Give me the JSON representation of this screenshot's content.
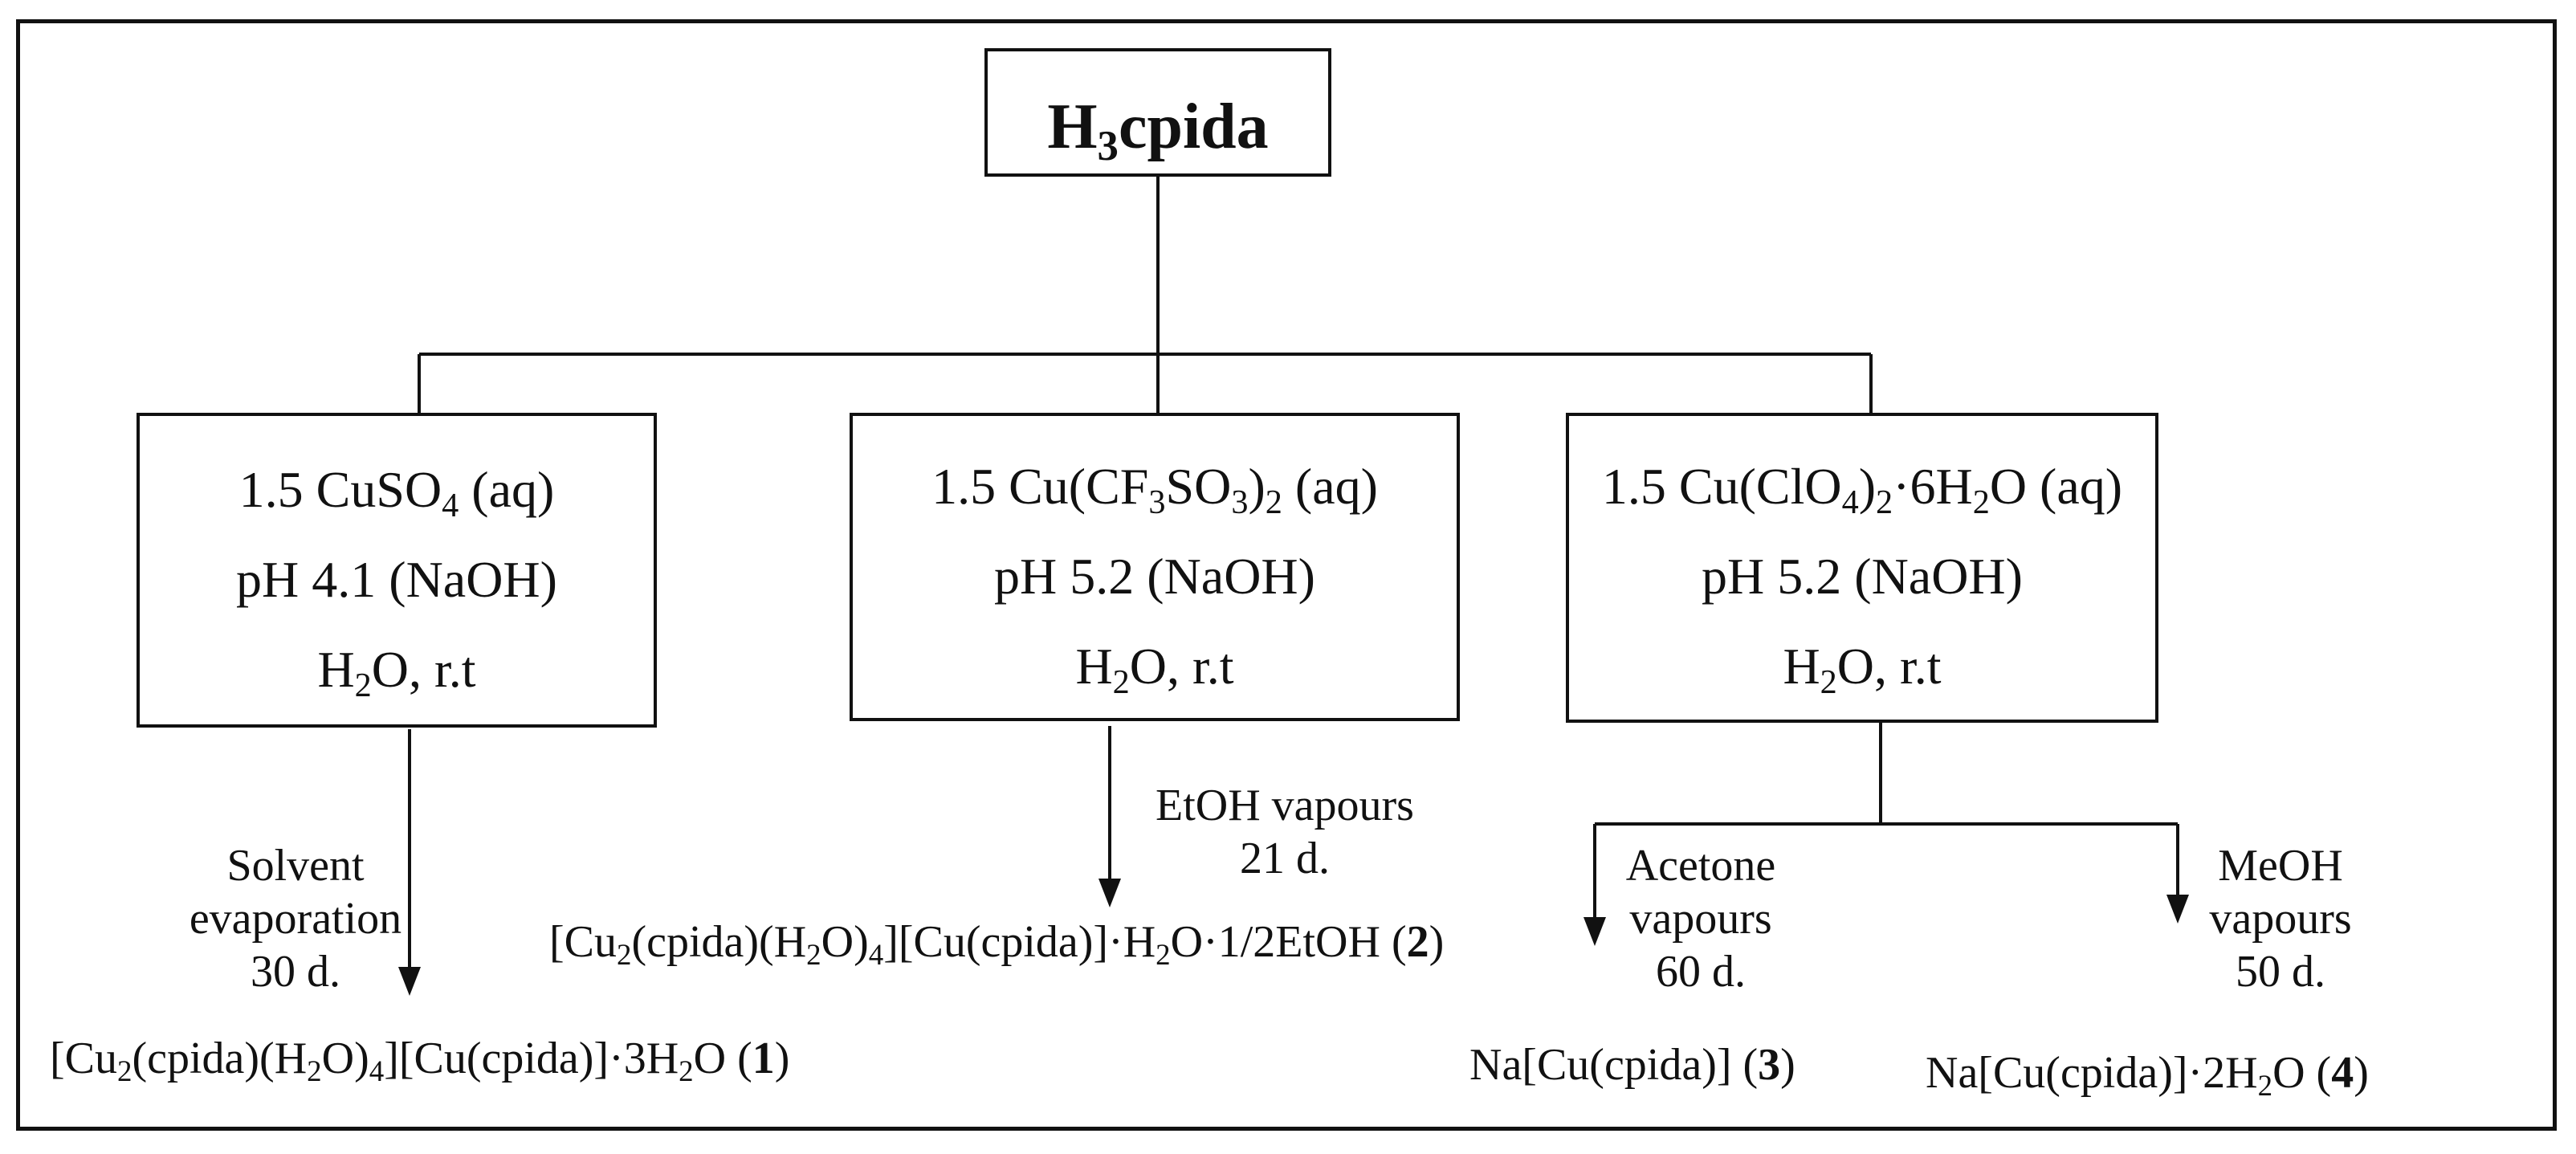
{
  "root": {
    "sym": "H",
    "sub": "3",
    "rest": "cpida"
  },
  "condition_boxes": [
    {
      "salt": {
        "pre": "1.5 CuSO",
        "s1": "4",
        "post": " (aq)"
      },
      "ph": "pH 4.1 (NaOH)",
      "solvent": {
        "pre": "H",
        "s1": "2",
        "post": "O, r.t"
      }
    },
    {
      "salt": {
        "pre": "1.5 Cu(CF",
        "s1": "3",
        "mid": "SO",
        "s2": "3",
        "mid2": ")",
        "s3": "2",
        "post": " (aq)"
      },
      "ph": "pH 5.2 (NaOH)",
      "solvent": {
        "pre": "H",
        "s1": "2",
        "post": "O, r.t"
      }
    },
    {
      "salt": {
        "pre": "1.5 Cu(ClO",
        "s1": "4",
        "mid": ")",
        "s2": "2",
        "mid2": "·6H",
        "s3": "2",
        "post": "O (aq)"
      },
      "ph": "pH 5.2 (NaOH)",
      "solvent": {
        "pre": "H",
        "s1": "2",
        "post": "O, r.t"
      }
    }
  ],
  "step_labels": {
    "p1": {
      "line1": "Solvent",
      "line2": "evaporation",
      "line3": "30 d."
    },
    "p2": {
      "line1": "EtOH vapours",
      "line2": "21 d."
    },
    "p3": {
      "line1": "Acetone",
      "line2": "vapours",
      "line3": "60 d."
    },
    "p4": {
      "line1": "MeOH",
      "line2": "vapours",
      "line3": "50 d."
    }
  },
  "products": {
    "p1": {
      "a": "[Cu",
      "s1": "2",
      "b": "(cpida)(H",
      "s2": "2",
      "c": "O)",
      "s3": "4",
      "d": "][Cu(cpida)]·3H",
      "s4": "2",
      "e": "O  (",
      "num": "1",
      "f": ")"
    },
    "p2": {
      "a": "[Cu",
      "s1": "2",
      "b": "(cpida)(H",
      "s2": "2",
      "c": "O)",
      "s3": "4",
      "d": "][Cu(cpida)]·H",
      "s4": "2",
      "e": "O·1/2EtOH (",
      "num": "2",
      "f": ")"
    },
    "p3": {
      "a": "Na[Cu(cpida)] (",
      "num": "3",
      "f": ")"
    },
    "p4": {
      "a": "Na[Cu(cpida)]·2H",
      "s1": "2",
      "b": "O (",
      "num": "4",
      "f": ")"
    }
  }
}
